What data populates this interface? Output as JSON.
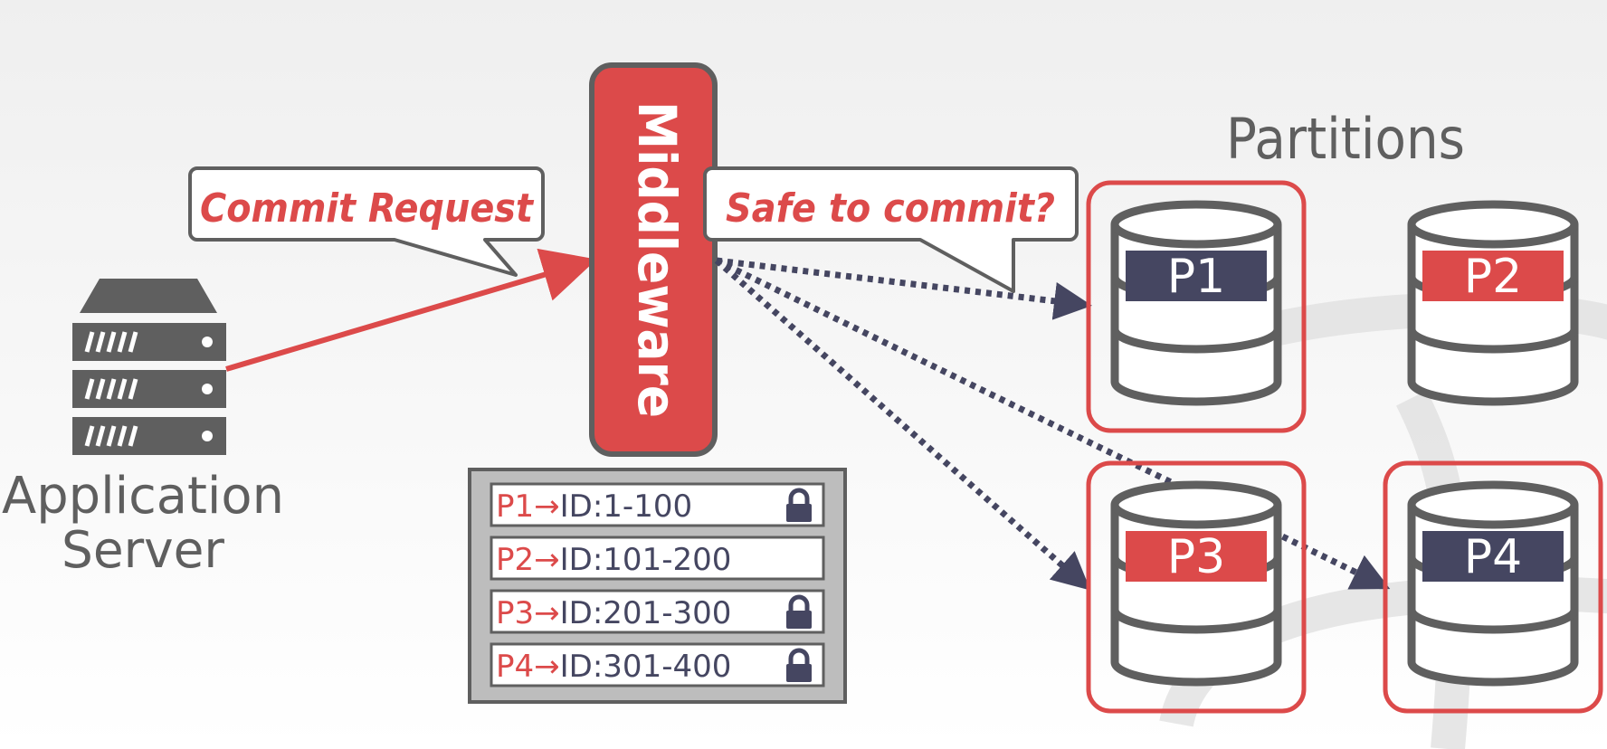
{
  "colors": {
    "red": "#dc4a4a",
    "navy": "#454661",
    "gray": "#5f5f5f",
    "table_bg": "#bdbdbd",
    "white": "#ffffff"
  },
  "application_server": {
    "icon": "server-rack-icon",
    "label_line1": "Application",
    "label_line2": "Server"
  },
  "commit_request": {
    "label": "Commit Request"
  },
  "middleware": {
    "label": "Middleware"
  },
  "safe_to_commit": {
    "label": "Safe to commit?"
  },
  "partitions": {
    "title": "Partitions",
    "items": [
      {
        "label": "P1",
        "badge_color": "navy",
        "highlighted": true
      },
      {
        "label": "P2",
        "badge_color": "red",
        "highlighted": false
      },
      {
        "label": "P3",
        "badge_color": "red",
        "highlighted": true
      },
      {
        "label": "P4",
        "badge_color": "navy",
        "highlighted": true
      }
    ]
  },
  "lock_table": {
    "rows": [
      {
        "partition": "P1",
        "arrow": "→",
        "range": "ID:1-100",
        "locked": true
      },
      {
        "partition": "P2",
        "arrow": "→",
        "range": "ID:101-200",
        "locked": false
      },
      {
        "partition": "P3",
        "arrow": "→",
        "range": "ID:201-300",
        "locked": true
      },
      {
        "partition": "P4",
        "arrow": "→",
        "range": "ID:301-400",
        "locked": true
      }
    ],
    "lock_icon": "lock-icon"
  }
}
